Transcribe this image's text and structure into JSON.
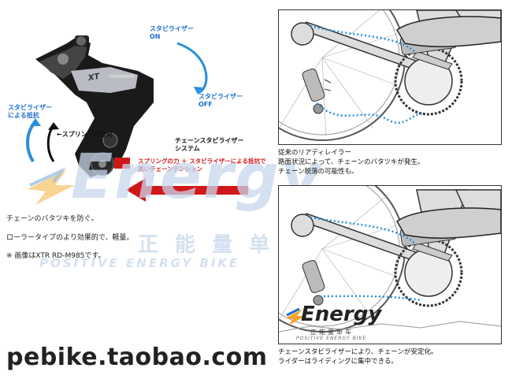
{
  "left_figure": {
    "label_stabilizer_on": "スタビライザー\nON",
    "label_stabilizer_off": "スタビライザー\nOFF",
    "label_resistance": "スタビライザー\nによる抵抗",
    "label_spring_direction": "←スプリングの方向",
    "label_system": "チェーンスタビライザー\nシステム",
    "label_red_1": "スプリングの力 ＋ スタビライザーによる抵抗で",
    "label_red_2": "高いチェーンテンション",
    "derailleur_brand": "SHIMANO",
    "derailleur_model": "XT"
  },
  "description": {
    "line1": "チェーンのバタツキを防ぐ。",
    "line2": "ローラータイプのより効果的で、軽量。",
    "line3": "※ 画像はXTR RD-M985です。"
  },
  "top_right": {
    "caption_1": "従来のリアディレイラー",
    "caption_2": "路面状況によって、チェーンのバタツキが発生。",
    "caption_3": "チェーン脱落の可能性も。"
  },
  "bottom_right": {
    "caption_1": "チェーンスタビライザーにより、チェーンが安定化。",
    "caption_2": "ライダーはライディングに集中できる。"
  },
  "watermark": {
    "brand": "Energy",
    "chinese": "正 能 量 单 车",
    "tagline": "POSITIVE ENERGY BIKE",
    "small_brand": "Energy",
    "small_chinese": "正能量单车",
    "small_tagline": "POSITIVE ENERGY BIKE"
  },
  "site_url": "pebike.taobao.com",
  "colors": {
    "accent_blue": "#1e6ec8",
    "accent_red": "#d01818",
    "chain_dots": "#2a8fd8",
    "watermark": "#c7d6ec"
  }
}
